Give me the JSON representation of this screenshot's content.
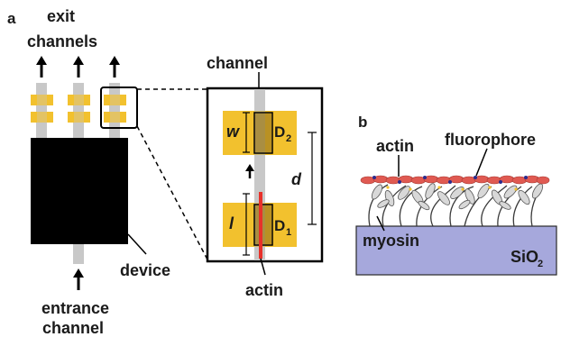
{
  "panel_a": {
    "label": "a",
    "exit_label_line1": "exit",
    "exit_label_line2": "channels",
    "entrance_label_line1": "entrance",
    "entrance_label_line2": "channel",
    "device_label": "device",
    "channel_label": "channel",
    "actin_label": "actin",
    "w_label": "w",
    "l_label": "l",
    "d_label": "d",
    "d2_label": "D",
    "d2_sub": "2",
    "d1_label": "D",
    "d1_sub": "1"
  },
  "panel_b": {
    "label": "b",
    "actin_label": "actin",
    "fluorophore_label": "fluorophore",
    "myosin_label": "myosin",
    "substrate_label": "SiO",
    "substrate_sub": "2"
  },
  "colors": {
    "device": "#000000",
    "channel": "#c8c8c8",
    "detector": "#f2c12e",
    "detector_inner": "#8a6a1c",
    "actin_line": "#e8312a",
    "substrate": "#a6a8dc",
    "filament": "#e05a52",
    "fluorophore_dot": "#2a2a8c",
    "myosin": "#d8d8d8"
  }
}
